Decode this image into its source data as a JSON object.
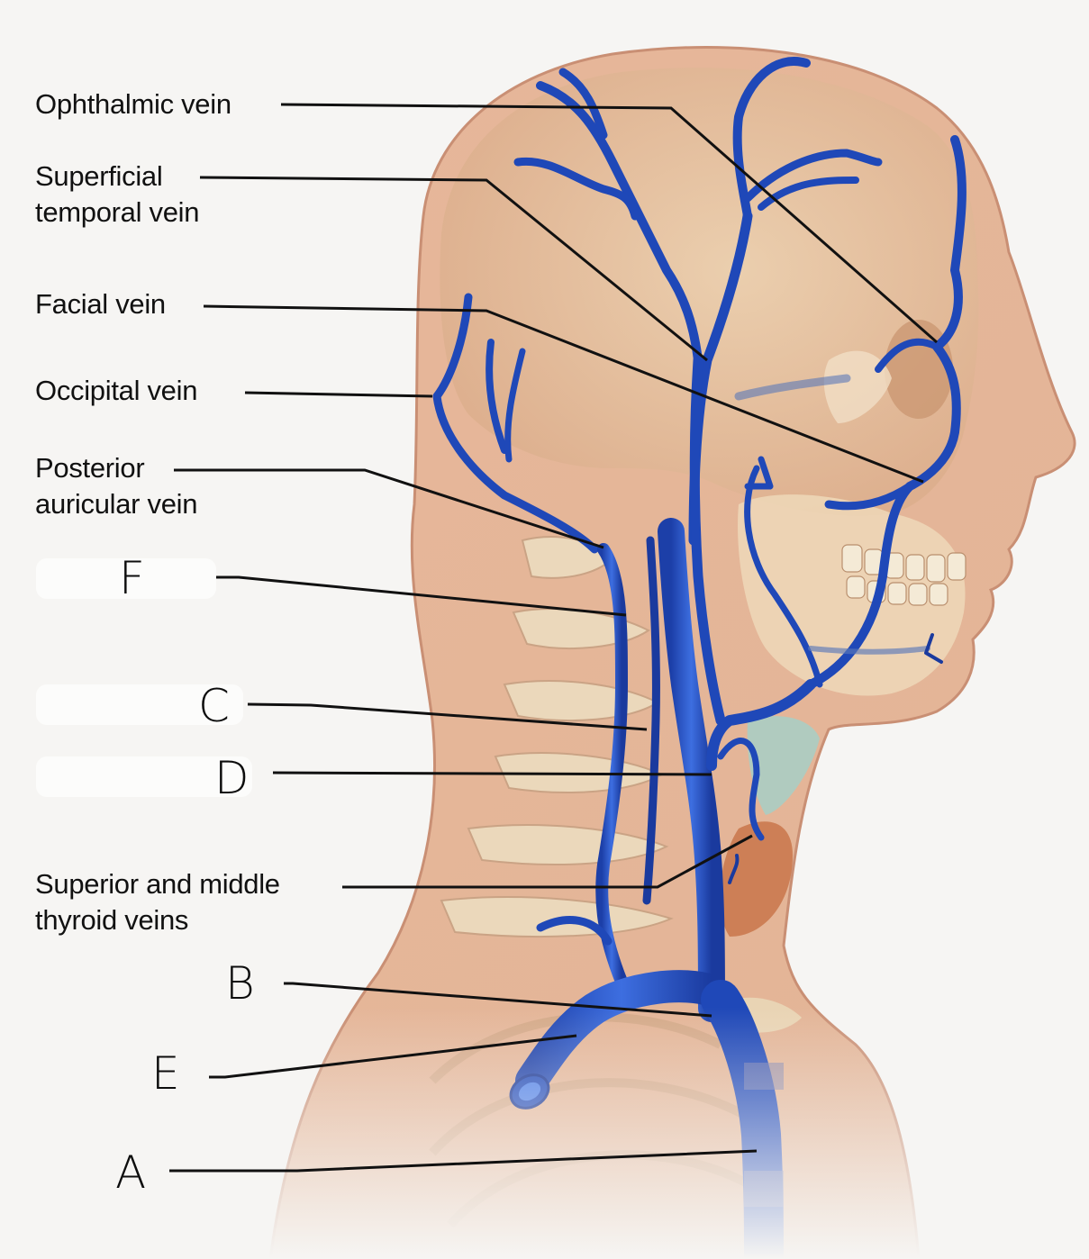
{
  "diagram": {
    "subject": "Veins of the head and neck (lateral view)",
    "colors": {
      "vein": "#2a55c9",
      "vein_dark": "#12318a",
      "skin": "#e8bfa0",
      "bone": "#e9d2b0",
      "background": "#f6f5f3",
      "thyroid": "#c9764a",
      "cartilage": "#9cc9c2",
      "leader_line": "#111111"
    },
    "printed_labels": [
      {
        "id": "ophthalmic",
        "lines": [
          "Ophthalmic vein"
        ]
      },
      {
        "id": "superficial-temporal",
        "lines": [
          "Superficial",
          "temporal vein"
        ]
      },
      {
        "id": "facial",
        "lines": [
          "Facial vein"
        ]
      },
      {
        "id": "occipital",
        "lines": [
          "Occipital vein"
        ]
      },
      {
        "id": "posterior-auricular",
        "lines": [
          "Posterior",
          "auricular vein"
        ]
      },
      {
        "id": "thyroid",
        "lines": [
          "Superior and middle",
          "thyroid veins"
        ]
      }
    ],
    "handwritten_labels": [
      {
        "letter": "F",
        "position": "neck, vertebral level"
      },
      {
        "letter": "C",
        "position": "mid neck, vertebral column"
      },
      {
        "letter": "D",
        "position": "mid neck, large vein trunk"
      },
      {
        "letter": "B",
        "position": "base of neck, venous junction"
      },
      {
        "letter": "E",
        "position": "upper chest, vessel to arm"
      },
      {
        "letter": "A",
        "position": "chest, large descending vein"
      }
    ]
  }
}
